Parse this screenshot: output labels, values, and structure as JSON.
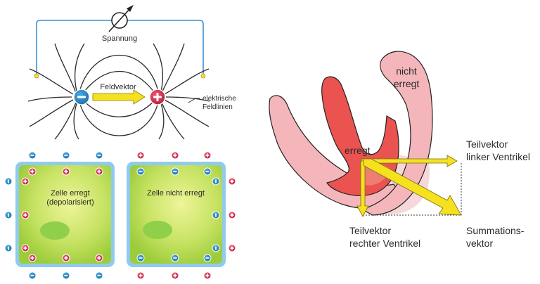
{
  "field_diagram": {
    "voltage_label": "Spannung",
    "field_vector_label": "Feldvektor",
    "field_lines_label_line1": "elektrische",
    "field_lines_label_line2": "Feldlinien",
    "negative_symbol": "−",
    "positive_symbol": "+"
  },
  "cells": {
    "excited": {
      "label_line1": "Zelle erregt",
      "label_line2": "(depolarisiert)"
    },
    "not_excited": {
      "label_line1": "Zelle nicht erregt"
    }
  },
  "heart_diagram": {
    "not_excited_line1": "nicht",
    "not_excited_line2": "erregt",
    "excited": "erregt",
    "left_ventricle_vector_line1": "Teilvektor",
    "left_ventricle_vector_line2": "linker Ventrikel",
    "right_ventricle_vector_line1": "Teilvektor",
    "right_ventricle_vector_line2": "rechter Ventrikel",
    "summation_vector_line1": "Summations-",
    "summation_vector_line2": "vektor"
  },
  "colors": {
    "wire": "#3a8fd0",
    "negative": "#2a86c5",
    "positive": "#d9304f",
    "arrow_yellow": "#f5e11e",
    "cell_green": "#b8dc52",
    "membrane_blue": "#8fcbef",
    "heart_dark_red": "#ea5350",
    "heart_pink": "#f4b6ba"
  }
}
